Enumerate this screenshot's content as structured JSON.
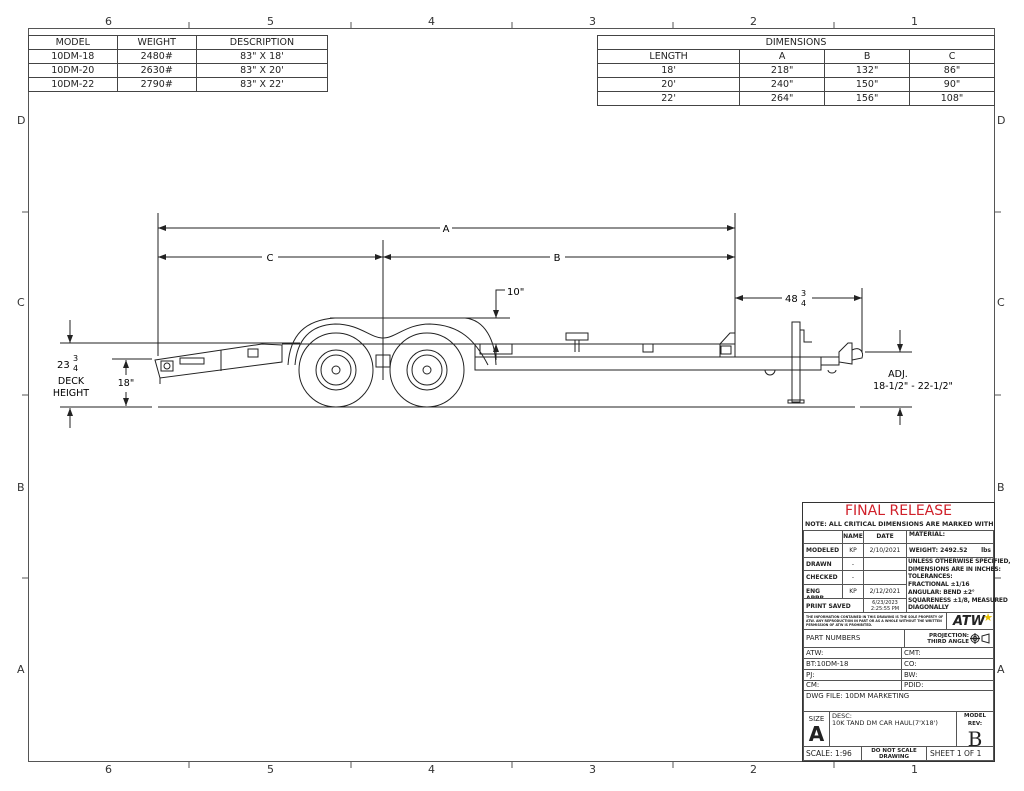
{
  "frame": {
    "columns": [
      "6",
      "5",
      "4",
      "3",
      "2",
      "1"
    ],
    "rows": [
      "D",
      "C",
      "B",
      "A"
    ]
  },
  "model_table": {
    "headers": [
      "MODEL",
      "WEIGHT",
      "DESCRIPTION"
    ],
    "rows": [
      [
        "10DM-18",
        "2480#",
        "83\" X 18'"
      ],
      [
        "10DM-20",
        "2630#",
        "83\" X 20'"
      ],
      [
        "10DM-22",
        "2790#",
        "83\" X 22'"
      ]
    ]
  },
  "dimensions_table": {
    "title": "DIMENSIONS",
    "headers": [
      "LENGTH",
      "A",
      "B",
      "C"
    ],
    "rows": [
      [
        "18'",
        "218\"",
        "132\"",
        "86\""
      ],
      [
        "20'",
        "240\"",
        "150\"",
        "90\""
      ],
      [
        "22'",
        "264\"",
        "156\"",
        "108\""
      ]
    ]
  },
  "drawing": {
    "dim_a": "A",
    "dim_b": "B",
    "dim_c": "C",
    "dim_10": "10\"",
    "dim_48_whole": "48",
    "dim_48_num": "3",
    "dim_48_den": "4",
    "deck_whole": "23",
    "deck_num": "3",
    "deck_den": "4",
    "deck_label_1": "DECK",
    "deck_label_2": "HEIGHT",
    "dim_18": "18\"",
    "adj_label": "ADJ.",
    "adj_range": "18-1/2\" - 22-1/2\""
  },
  "title_block": {
    "status": "FINAL RELEASE",
    "status_color": "#d0202a",
    "note": "NOTE: ALL CRITICAL DIMENSIONS ARE MARKED WITH",
    "col_name": "NAME",
    "col_date": "DATE",
    "material_label": "MATERIAL:",
    "rows": [
      {
        "label": "MODELED",
        "name": "KP",
        "date": "2/10/2021"
      },
      {
        "label": "DRAWN",
        "name": "-",
        "date": ""
      },
      {
        "label": "CHECKED",
        "name": "-",
        "date": ""
      },
      {
        "label": "ENG APPR",
        "name": "KP",
        "date": "2/12/2021"
      }
    ],
    "print_saved_label": "PRINT SAVED",
    "print_saved_date": "6/23/2023",
    "print_saved_time": "2:25:55 PM",
    "weight": "WEIGHT: 2492.52",
    "weight_unit": "lbs",
    "tolerances": [
      "UNLESS OTHERWISE SPECIFIED,",
      "DIMENSIONS ARE IN INCHES:",
      "TOLERANCES:",
      "FRACTIONAL ±1/16",
      "ANGULAR: BEND ±2°",
      "SQUARENESS ±1/8, MEASURED",
      "DIAGONALLY"
    ],
    "disclaimer": "THE INFORMATION CONTAINED IN THIS DRAWING IS THE SOLE PROPERTY OF ATW. ANY REPRODUCTION IN PART OR AS A WHOLE WITHOUT THE WRITTEN PERMISSION OF ATW IS PROHIBITED.",
    "logo_text": "ATW",
    "part_numbers_label": "PART NUMBERS",
    "projection_1": "PROJECTION:",
    "projection_2": "THIRD ANGLE",
    "part_left": [
      "ATW:",
      "BT:10DM-18",
      "PJ:",
      "CM:"
    ],
    "part_right": [
      "CMT:",
      "CO:",
      "BW:",
      "PDID:"
    ],
    "dwg_file": "DWG FILE: 10DM MARKETING",
    "size_label": "SIZE",
    "size_value": "A",
    "desc_label": "DESC:",
    "desc_value": "10K TAND DM CAR HAUL(7'X18')",
    "rev_label": "MODEL REV:",
    "rev_value": "B",
    "scale": "SCALE: 1:96",
    "no_scale_1": "DO NOT SCALE",
    "no_scale_2": "DRAWING",
    "sheet": "SHEET 1 OF 1"
  }
}
